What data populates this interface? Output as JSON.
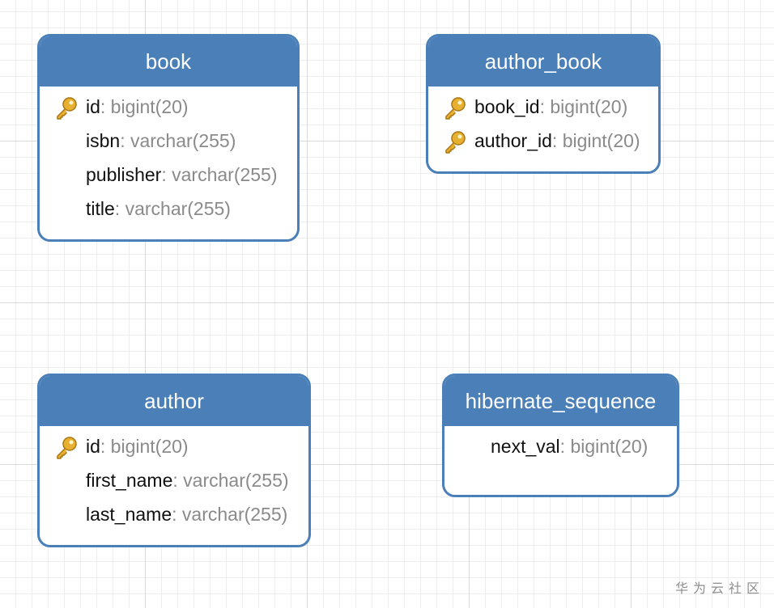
{
  "tables": {
    "book": {
      "name": "book",
      "fields": [
        {
          "name": "id",
          "type": ": bigint(20)",
          "primary_key": true
        },
        {
          "name": "isbn",
          "type": ": varchar(255)",
          "primary_key": false
        },
        {
          "name": "publisher",
          "type": ": varchar(255)",
          "primary_key": false
        },
        {
          "name": "title",
          "type": ": varchar(255)",
          "primary_key": false
        }
      ]
    },
    "author_book": {
      "name": "author_book",
      "fields": [
        {
          "name": "book_id",
          "type": ": bigint(20)",
          "primary_key": true
        },
        {
          "name": "author_id",
          "type": ": bigint(20)",
          "primary_key": true
        }
      ]
    },
    "author": {
      "name": "author",
      "fields": [
        {
          "name": "id",
          "type": ": bigint(20)",
          "primary_key": true
        },
        {
          "name": "first_name",
          "type": ": varchar(255)",
          "primary_key": false
        },
        {
          "name": "last_name",
          "type": ": varchar(255)",
          "primary_key": false
        }
      ]
    },
    "hibernate_sequence": {
      "name": "hibernate_sequence",
      "fields": [
        {
          "name": "next_val",
          "type": ": bigint(20)",
          "primary_key": false
        }
      ]
    }
  },
  "colors": {
    "header": "#4a7fb8",
    "key_icon": "#e8b030",
    "field_type": "#8a8a8a"
  },
  "icons": {
    "primary_key": "key-icon"
  },
  "watermark": "华为云社区"
}
